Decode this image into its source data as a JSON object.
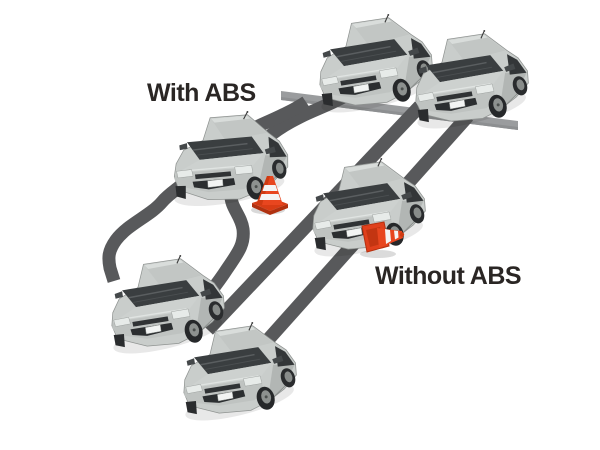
{
  "scene": {
    "type": "diagram",
    "subject": "ABS braking comparison illustration",
    "background_color": "#ffffff",
    "labels": {
      "with_abs": "With ABS",
      "without_abs": "Without ABS"
    },
    "colors": {
      "skid_track": "#58595b",
      "start_bar": "#9a9c9e",
      "car_body": "#c9cdcb",
      "car_glass": "#3a3e40",
      "cone_orange": "#e8461f",
      "label_text": "#2a2624"
    },
    "lanes": [
      {
        "id": "with-abs",
        "label": "With ABS",
        "track_shape": "swerving S-curve around cone",
        "car_snapshots": 3,
        "cone_state": "upright (avoided)"
      },
      {
        "id": "without-abs",
        "label": "Without ABS",
        "track_shape": "straight locked-wheel skid",
        "car_snapshots": 3,
        "cone_state": "knocked over (hit by car)"
      }
    ]
  }
}
